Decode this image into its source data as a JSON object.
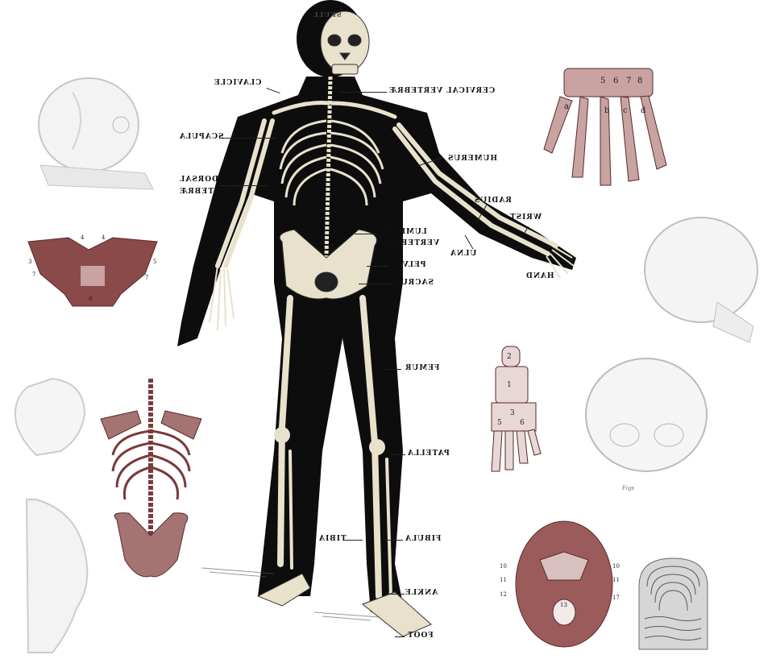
{
  "labels": {
    "skull": "SKULL",
    "clavicle": "CLAVICLE",
    "cervical": "CERVICAL VERTEBRÆ",
    "scapula": "SCAPULA",
    "humerus": "HUMERUS",
    "dorsal_1": "DORSAL",
    "dorsal_2": "VERTEBRÆ",
    "radius": "RADIUS",
    "wrist": "WRIST",
    "lumbar_1": "LUMBAR",
    "lumbar_2": "VERTEBRÆ",
    "ulna": "ULNA",
    "pelvis": "PELVIS",
    "hand": "HAND",
    "sacrum": "SACRUM",
    "femur": "FEMUR",
    "patella": "PATELLA",
    "tibia": "TIBIA",
    "fibula": "FIBULA",
    "ankle": "ANKLE",
    "foot": "FOOT"
  },
  "small_text": {
    "figs": "Figs"
  },
  "colors": {
    "ink": "#0d0d0d",
    "bone": "#e8e2cc",
    "sepia": "#8a4a4a",
    "ghost": "#bdbdbd"
  }
}
